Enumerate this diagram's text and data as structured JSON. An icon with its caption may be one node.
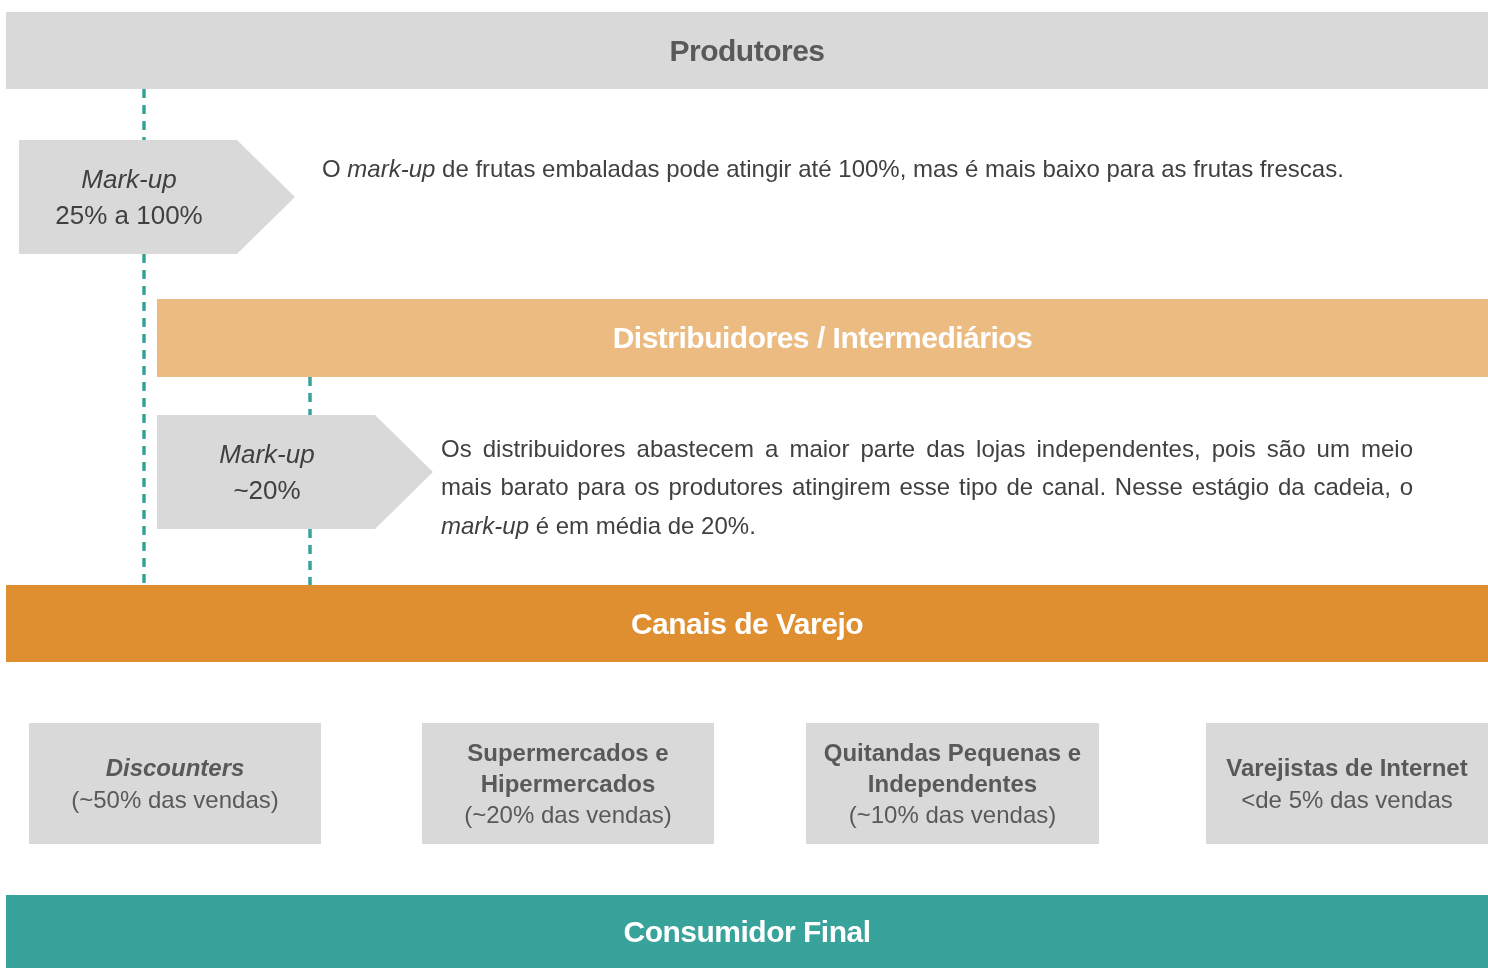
{
  "diagram": {
    "nodes": [
      {
        "text": [
          "Produtores"
        ]
      },
      {
        "text": [
          "Mark-up",
          "25% a 100%"
        ],
        "beside": [
          "O *mark-up* de frutas embaladas pode atingir até 100%, mas é mais baixo para as frutas frescas."
        ]
      },
      {
        "text": [
          "Distribuidores / Intermediários"
        ]
      },
      {
        "text": [
          "Mark-up",
          "~20%"
        ],
        "beside": [
          "Os distribuidores abastecem a maior parte das lojas independentes, pois são um meio mais barato para os produtores atingirem esse tipo de canal. Nesse estágio da cadeia, o *mark-up* é em média de 20%."
        ]
      },
      {
        "text": [
          "Canais de Varejo"
        ]
      },
      {
        "text": [
          "Discounters",
          "(~50% das vendas)"
        ]
      },
      {
        "text": [
          "Supermercados e Hipermercados",
          "(~20% das vendas)"
        ]
      },
      {
        "text": [
          "Quitandas Pequenas e Independentes",
          "(~10% das vendas)"
        ]
      },
      {
        "text": [
          "Varejistas de Internet",
          "<de 5% das vendas"
        ]
      },
      {
        "text": [
          "Consumidor Final"
        ]
      }
    ],
    "edges": [
      {
        "from": 0,
        "to": 1,
        "arrow": "none",
        "style": "dashed"
      },
      {
        "from": 1,
        "to": 4,
        "arrow": "none",
        "style": "dashed"
      },
      {
        "from": 2,
        "to": 3,
        "arrow": "none",
        "style": "dashed"
      },
      {
        "from": 3,
        "to": 4,
        "arrow": "none",
        "style": "dashed"
      }
    ]
  }
}
